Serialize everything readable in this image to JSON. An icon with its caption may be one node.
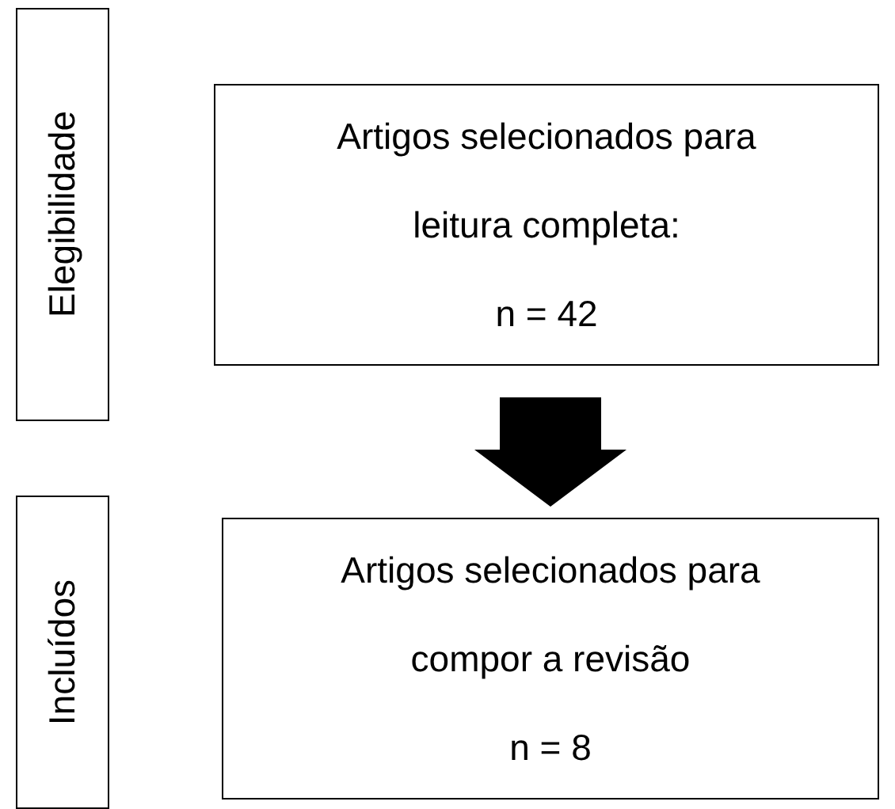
{
  "diagram": {
    "nodes": [
      {
        "text": [
          "Elegibilidade"
        ]
      },
      {
        "text": [
          "Artigos selecionados para leitura completa:",
          "n = 42"
        ]
      },
      {
        "text": [
          "Incluídos"
        ]
      },
      {
        "text": [
          "Artigos selecionados para compor a revisão",
          "n = 8"
        ]
      }
    ],
    "edges": [
      {
        "from": 1,
        "to": 3,
        "arrow": "to",
        "style": "thick"
      }
    ]
  }
}
